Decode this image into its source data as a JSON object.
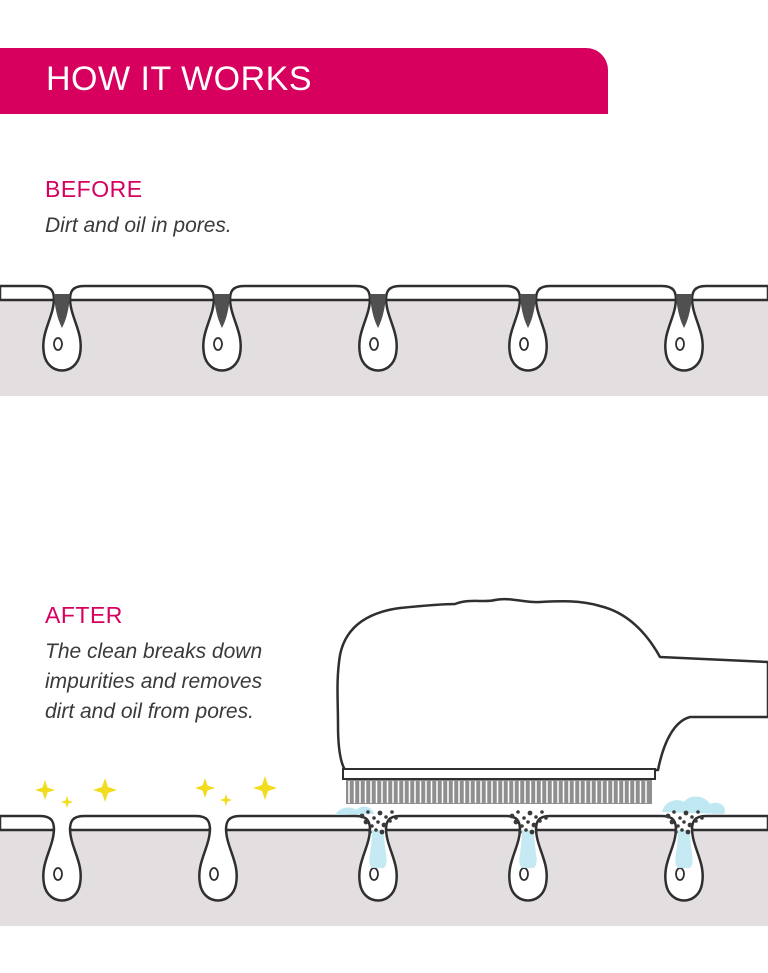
{
  "banner": {
    "title": "HOW IT WORKS"
  },
  "before": {
    "heading": "BEFORE",
    "caption": "Dirt and oil in pores."
  },
  "after": {
    "heading": "AFTER",
    "caption_lines": [
      "The clean breaks down",
      "impurities and removes",
      "dirt and oil from pores."
    ]
  },
  "colors": {
    "accent": "#d8005f",
    "skin": "#e3dfe0",
    "outline": "#2f2f2f",
    "dirt": "#505050",
    "sparkle": "#f2dc1e",
    "foam": "#bfe8f2"
  },
  "icons": {
    "sparkle": "sparkle-icon",
    "brush": "cleansing-brush-icon"
  }
}
